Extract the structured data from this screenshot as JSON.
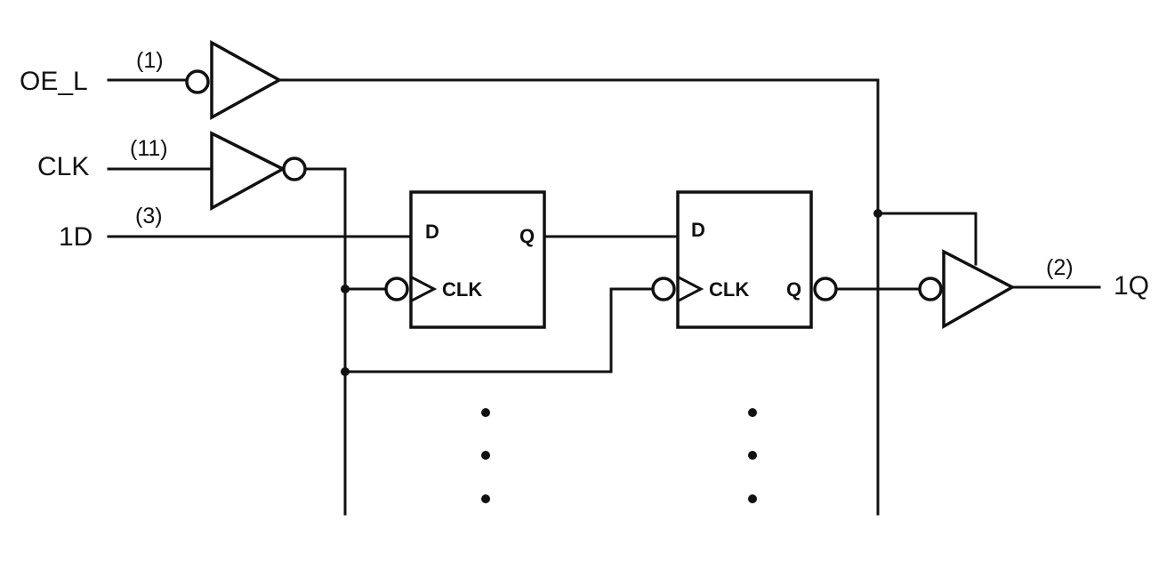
{
  "signals": {
    "oe_l": "OE_L",
    "clk": "CLK",
    "d1": "1D",
    "q1": "1Q"
  },
  "pins": {
    "oe_l": "(1)",
    "clk": "(11)",
    "d1": "(3)",
    "q1": "(2)"
  },
  "flipflop_1": {
    "d_label": "D",
    "q_label": "Q",
    "clk_label": "CLK"
  },
  "flipflop_2": {
    "d_label": "D",
    "q_label": "Q",
    "clk_label": "CLK"
  },
  "colors": {
    "ink": "#111111",
    "background": "#ffffff"
  }
}
